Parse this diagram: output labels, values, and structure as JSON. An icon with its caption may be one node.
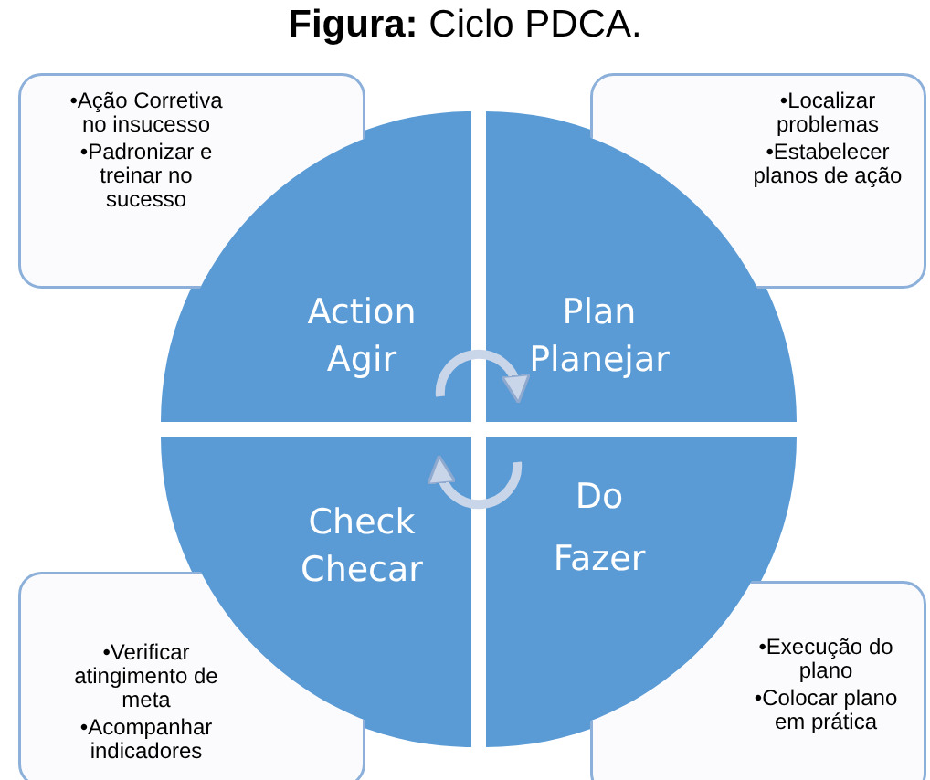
{
  "diagram": {
    "title": "**Figura:** Ciclo PDCA.",
    "nodes": [
      {
        "text": [
          "•Ação Corretiva no insucesso",
          "•Padronizar e treinar no sucesso"
        ]
      },
      {
        "text": [
          "•Localizar problemas",
          "•Estabelecer planos de ação"
        ]
      },
      {
        "text": [
          "Action",
          "Agir"
        ]
      },
      {
        "text": [
          "Plan",
          "Planejar"
        ]
      },
      {
        "text": [
          "Check",
          "Checar"
        ]
      },
      {
        "text": [
          "Do",
          "Fazer"
        ]
      },
      {
        "text": [
          "•Verificar atingimento de meta",
          "•Acompanhar indicadores"
        ]
      },
      {
        "text": [
          "•Execução do plano",
          "•Colocar plano em prática"
        ]
      }
    ],
    "edges": [
      {
        "from": 2,
        "to": 3,
        "arrow": "to"
      },
      {
        "from": 5,
        "to": 4,
        "arrow": "to"
      }
    ]
  }
}
